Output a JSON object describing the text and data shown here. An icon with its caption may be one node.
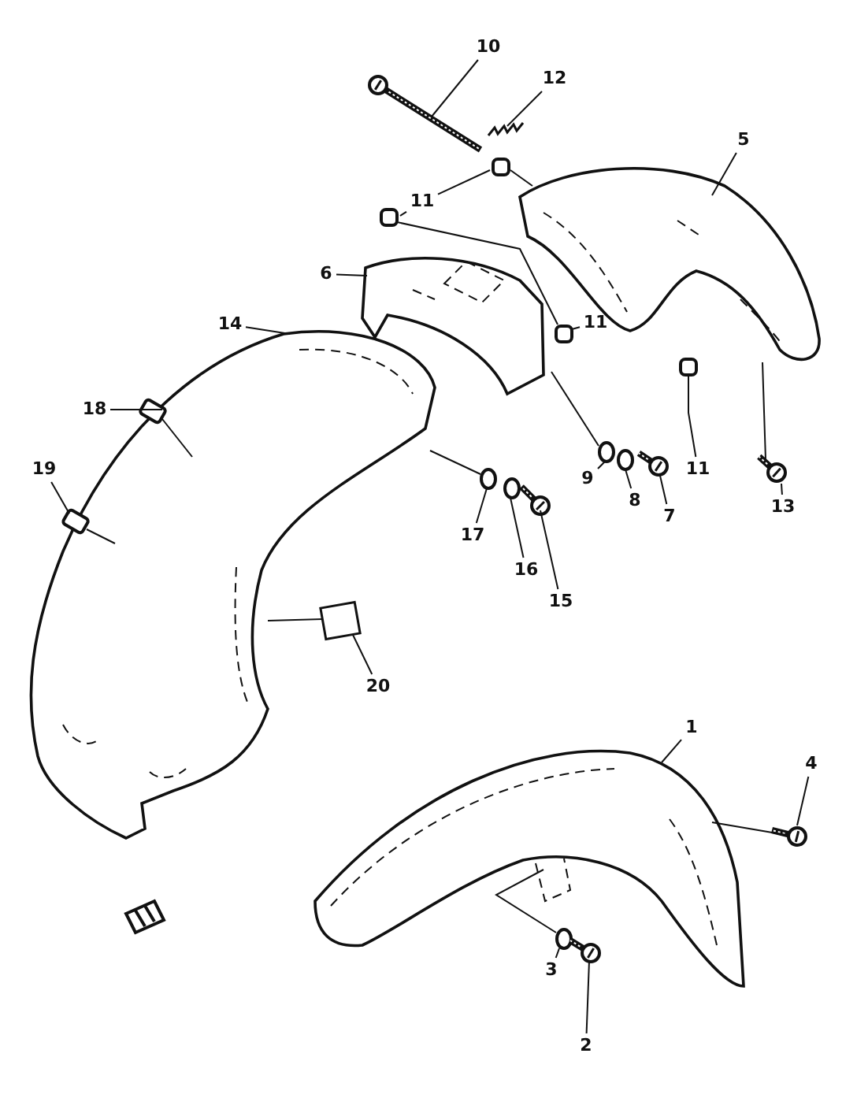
{
  "diagram": {
    "nodes": [
      {
        "text": [
          "10"
        ]
      },
      {
        "text": [
          "12"
        ]
      },
      {
        "text": [
          "5"
        ]
      },
      {
        "text": [
          "11"
        ]
      },
      {
        "text": [
          "6"
        ]
      },
      {
        "text": [
          "14"
        ]
      },
      {
        "text": [
          "11"
        ]
      },
      {
        "text": [
          "18"
        ]
      },
      {
        "text": [
          "9"
        ]
      },
      {
        "text": [
          "11"
        ]
      },
      {
        "text": [
          "8"
        ]
      },
      {
        "text": [
          "13"
        ]
      },
      {
        "text": [
          "7"
        ]
      },
      {
        "text": [
          "19"
        ]
      },
      {
        "text": [
          "17"
        ]
      },
      {
        "text": [
          "16"
        ]
      },
      {
        "text": [
          "15"
        ]
      },
      {
        "text": [
          "20"
        ]
      },
      {
        "text": [
          "1"
        ]
      },
      {
        "text": [
          "4"
        ]
      },
      {
        "text": [
          "3"
        ]
      },
      {
        "text": [
          "2"
        ]
      },
      {
        "text": [],
        "shape": "picture"
      },
      {
        "text": [],
        "shape": "picture"
      },
      {
        "text": [],
        "shape": "picture"
      },
      {
        "text": [],
        "shape": "box"
      },
      {
        "text": [],
        "shape": "box"
      },
      {
        "text": [],
        "shape": "picture"
      },
      {
        "text": [],
        "shape": "picture"
      },
      {
        "text": [],
        "shape": "box"
      },
      {
        "text": [],
        "shape": "box"
      },
      {
        "text": [],
        "shape": "circle"
      },
      {
        "text": [],
        "shape": "box"
      },
      {
        "text": [],
        "shape": "circle"
      },
      {
        "text": [],
        "shape": "picture"
      },
      {
        "text": [],
        "shape": "picture"
      },
      {
        "text": [],
        "shape": "box"
      },
      {
        "text": [],
        "shape": "circle"
      },
      {
        "text": [],
        "shape": "circle"
      },
      {
        "text": [],
        "shape": "picture"
      },
      {
        "text": [],
        "shape": "box"
      },
      {
        "text": [],
        "shape": "picture"
      },
      {
        "text": [],
        "shape": "picture"
      },
      {
        "text": [],
        "shape": "circle"
      },
      {
        "text": [],
        "shape": "picture"
      }
    ],
    "edges": [
      {
        "from": 0,
        "to": 22,
        "arrow": "none"
      },
      {
        "from": 1,
        "to": 23,
        "arrow": "none"
      },
      {
        "from": 2,
        "to": 24,
        "arrow": "none"
      },
      {
        "from": 3,
        "to": 25,
        "arrow": "none"
      },
      {
        "from": 3,
        "to": 26,
        "arrow": "none"
      },
      {
        "from": 4,
        "to": 27,
        "arrow": "none"
      },
      {
        "from": 5,
        "to": 28,
        "arrow": "none"
      },
      {
        "from": 6,
        "to": 29,
        "arrow": "none"
      },
      {
        "from": 7,
        "to": 30,
        "arrow": "none"
      },
      {
        "from": 8,
        "to": 31,
        "arrow": "none"
      },
      {
        "from": 9,
        "to": 32,
        "arrow": "none"
      },
      {
        "from": 10,
        "to": 33,
        "arrow": "none"
      },
      {
        "from": 11,
        "to": 34,
        "arrow": "none"
      },
      {
        "from": 12,
        "to": 35,
        "arrow": "none"
      },
      {
        "from": 13,
        "to": 36,
        "arrow": "none"
      },
      {
        "from": 14,
        "to": 37,
        "arrow": "none"
      },
      {
        "from": 15,
        "to": 38,
        "arrow": "none"
      },
      {
        "from": 16,
        "to": 39,
        "arrow": "none"
      },
      {
        "from": 17,
        "to": 40,
        "arrow": "none"
      },
      {
        "from": 18,
        "to": 41,
        "arrow": "none"
      },
      {
        "from": 19,
        "to": 42,
        "arrow": "none"
      },
      {
        "from": 20,
        "to": 43,
        "arrow": "none"
      },
      {
        "from": 21,
        "to": 44,
        "arrow": "none"
      },
      {
        "from": 26,
        "to": 29,
        "arrow": "none"
      },
      {
        "from": 25,
        "to": 24,
        "arrow": "none"
      },
      {
        "from": 31,
        "to": 27,
        "arrow": "none"
      },
      {
        "from": 37,
        "to": 28,
        "arrow": "none"
      },
      {
        "from": 30,
        "to": 28,
        "arrow": "none"
      },
      {
        "from": 36,
        "to": 28,
        "arrow": "none"
      },
      {
        "from": 40,
        "to": 28,
        "arrow": "none"
      },
      {
        "from": 42,
        "to": 41,
        "arrow": "none"
      },
      {
        "from": 43,
        "to": 41,
        "arrow": "none"
      },
      {
        "from": 34,
        "to": 24,
        "arrow": "none"
      }
    ]
  }
}
